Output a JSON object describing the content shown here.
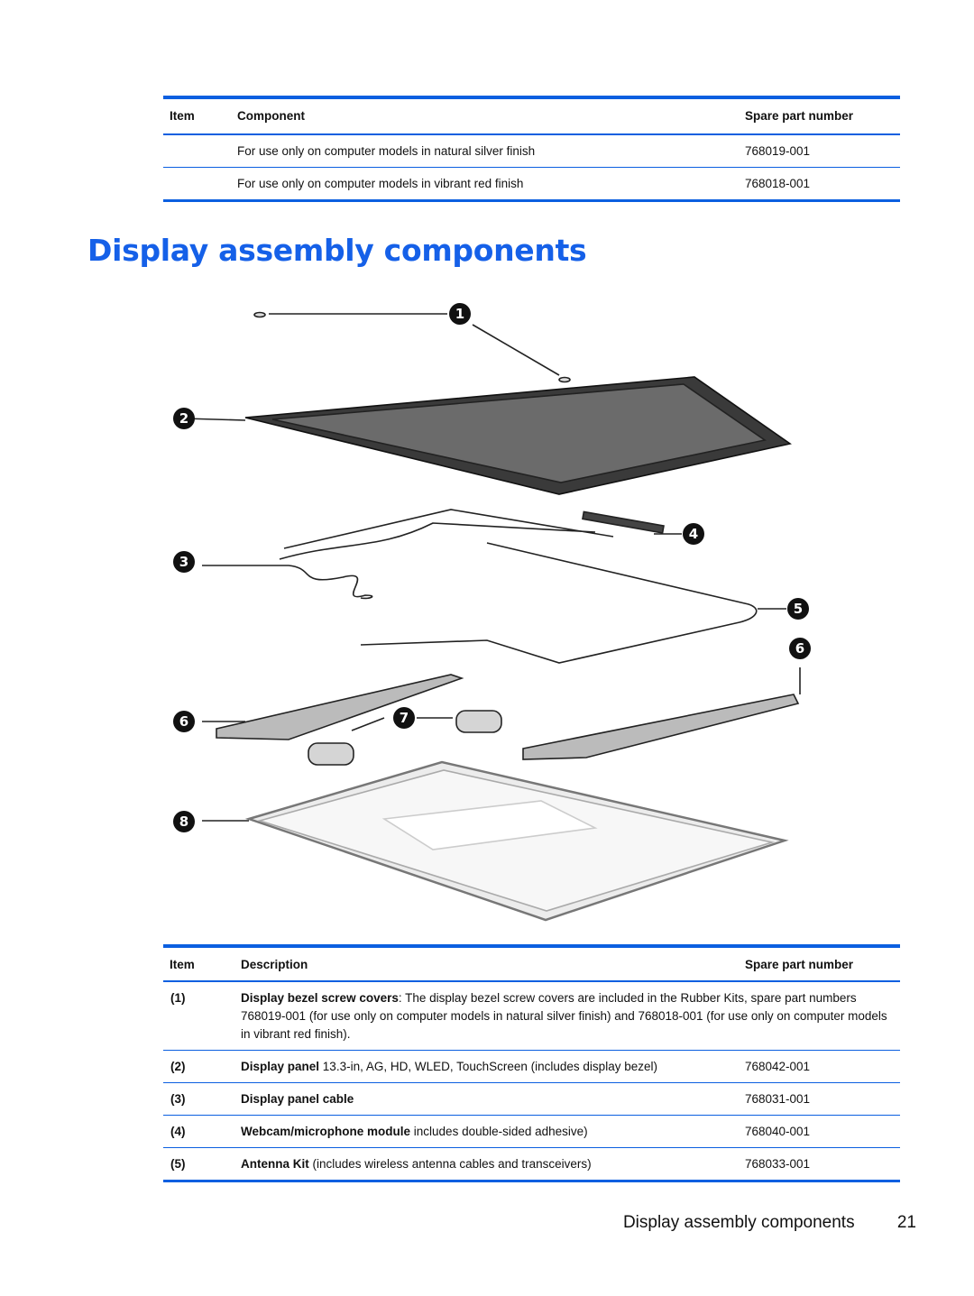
{
  "top_table": {
    "headers": {
      "item": "Item",
      "component": "Component",
      "spare": "Spare part number"
    },
    "rows": [
      {
        "item": "",
        "component": "For use only on computer models in natural silver finish",
        "spare": "768019-001"
      },
      {
        "item": "",
        "component": "For use only on computer models in vibrant red finish",
        "spare": "768018-001"
      }
    ]
  },
  "title": "Display assembly components",
  "figure": {
    "callouts": [
      "1",
      "2",
      "3",
      "4",
      "5",
      "6",
      "6",
      "7",
      "8"
    ]
  },
  "bottom_table": {
    "headers": {
      "item": "Item",
      "description": "Description",
      "spare": "Spare part number"
    },
    "rows": [
      {
        "item": "(1)",
        "name": "Display bezel screw covers",
        "desc": ": The display bezel screw covers are included in the Rubber Kits, spare part numbers 768019-001 (for use only on computer models in natural silver finish) and 768018-001 (for use only on computer models in vibrant red finish).",
        "spare": ""
      },
      {
        "item": "(2)",
        "name": "Display panel",
        "desc": " 13.3-in, AG, HD, WLED, TouchScreen (includes display bezel)",
        "spare": "768042-001"
      },
      {
        "item": "(3)",
        "name": "Display panel cable",
        "desc": "",
        "spare": "768031-001"
      },
      {
        "item": "(4)",
        "name": "Webcam/microphone module",
        "desc": " includes double-sided adhesive)",
        "spare": "768040-001"
      },
      {
        "item": "(5)",
        "name": "Antenna Kit",
        "desc": " (includes wireless antenna cables and transceivers)",
        "spare": "768033-001"
      }
    ]
  },
  "footer": {
    "section": "Display assembly components",
    "page": "21"
  },
  "colors": {
    "accent": "#0b5fe0",
    "title": "#1560e8"
  }
}
